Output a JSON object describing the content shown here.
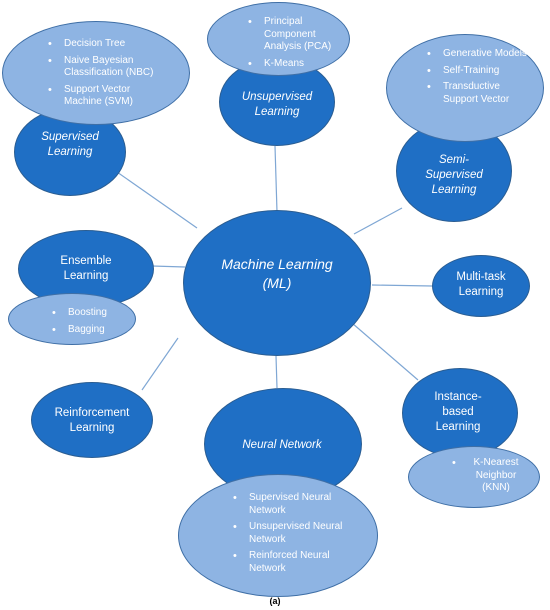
{
  "center": {
    "line1": "Machine Learning",
    "line2": "(ML)"
  },
  "supervised": {
    "label": "Supervised Learning",
    "items": [
      "Decision Tree",
      "Naive Bayesian Classification (NBC)",
      "Support Vector Machine (SVM)"
    ]
  },
  "unsupervised": {
    "label": "Unsupervised Learning",
    "items": [
      "Principal Component Analysis (PCA)",
      "K-Means"
    ]
  },
  "semi_supervised": {
    "label": "Semi-Supervised Learning",
    "items": [
      "Generative Models",
      "Self-Training",
      "Transductive Support Vector"
    ]
  },
  "ensemble": {
    "label": "Ensemble Learning",
    "items": [
      "Boosting",
      "Bagging"
    ]
  },
  "multitask": {
    "label": "Multi-task Learning"
  },
  "reinforcement": {
    "label": "Reinforcement Learning"
  },
  "neural": {
    "label": "Neural Network",
    "items": [
      "Supervised Neural Network",
      "Unsupervised Neural Network",
      "Reinforced Neural Network"
    ]
  },
  "instance": {
    "label": "Instance-based Learning",
    "items": [
      "K-Nearest Neighbor (KNN)"
    ]
  },
  "caption": "(a)",
  "colors": {
    "dark_node": "#1f6fc5",
    "light_node": "#8eb4e3",
    "connector": "#7fa7d4"
  }
}
